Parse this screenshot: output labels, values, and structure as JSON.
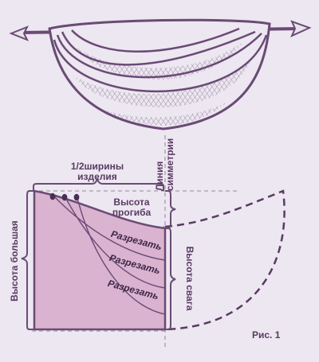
{
  "labels": {
    "half_width_line1": "1/2ширины",
    "half_width_line2": "изделия",
    "symmetry_line1": "Линия",
    "symmetry_line2": "симметрии",
    "sag_height_line1": "Высота",
    "sag_height_line2": "прогиба",
    "large_height": "Высота большая",
    "swag_height": "Высота свага",
    "cut_1": "Разрезать",
    "cut_2": "Разрезать",
    "cut_3": "Разрезать",
    "figure": "Рис. 1"
  },
  "colors": {
    "background": "#ece7f0",
    "outline": "#6a4a75",
    "pattern_fill": "#d9b3cf",
    "text": "#5a3a63",
    "guide_dash": "#a89aae"
  }
}
